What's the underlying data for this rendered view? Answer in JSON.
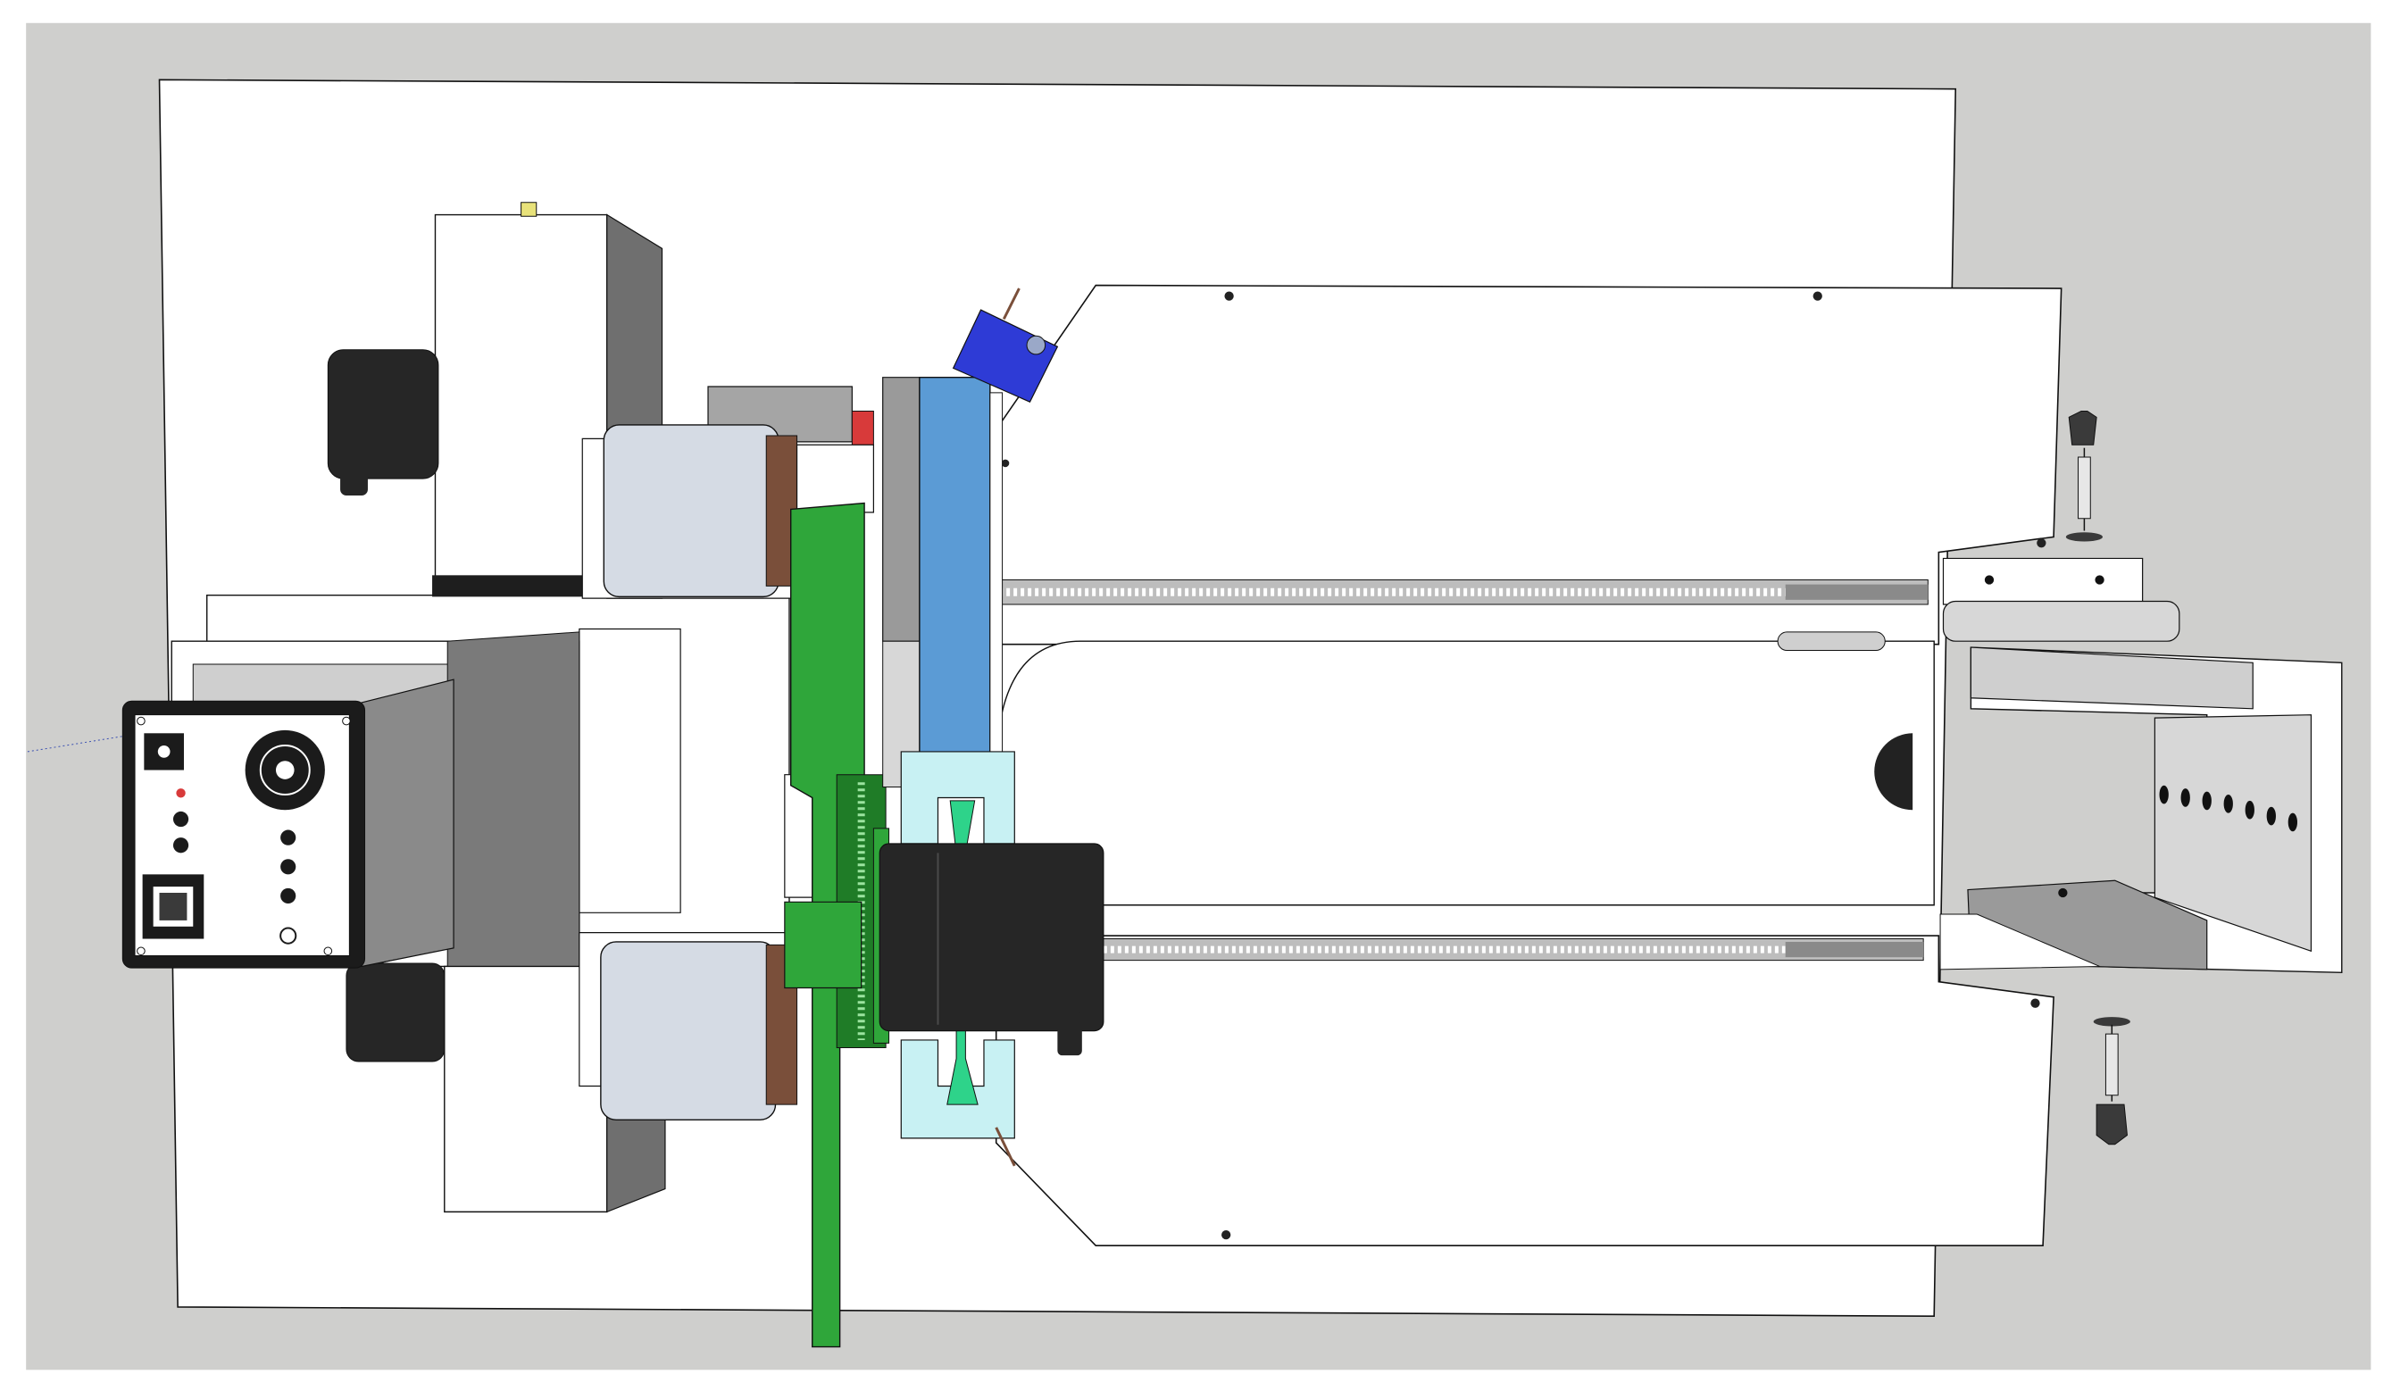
{
  "diagram": {
    "kind": "3d-model-top-view-render",
    "colors": {
      "background": "#cfcfcd",
      "plate": "#ffffff",
      "outline": "#111111",
      "shade_dark": "#6f6f6f",
      "shade_mid": "#9a9a9a",
      "shade_light": "#d7d7d7",
      "motor_body": "#d5dbe4",
      "motor_cap": "#262626",
      "pcb": "#2fa63a",
      "pcb_dark": "#1f7c27",
      "blue_rail": "#5b9bd5",
      "blue_cylinder": "#2e3bd6",
      "clamp": "#c8f1f3",
      "clamp_inner": "#2ed38a",
      "red_accent": "#d83a3a",
      "rack": "#bdbdbd"
    },
    "components": [
      "base-plate",
      "extruder-housing",
      "stepper-motor-top",
      "stepper-motor-bottom",
      "control-box",
      "green-pcb",
      "blue-guide-rail",
      "blue-cylinder",
      "carriage-block",
      "rail-clamp-top",
      "rail-clamp-bottom",
      "tray-top",
      "tray-bottom",
      "center-slot",
      "gear-rack-top",
      "gear-rack-bottom",
      "end-bracket",
      "thumbscrew-top",
      "thumbscrew-bottom"
    ]
  }
}
